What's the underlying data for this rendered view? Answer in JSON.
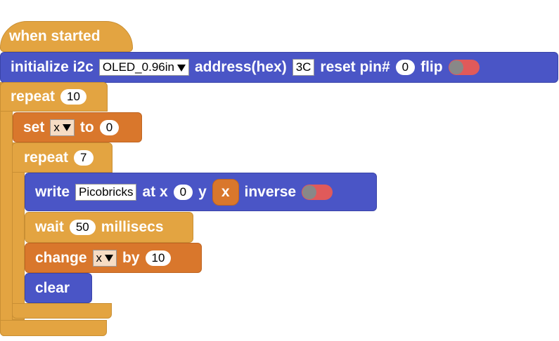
{
  "hat": {
    "label": "when started"
  },
  "init": {
    "label": "initialize i2c",
    "device": "OLED_0.96in",
    "address_label": "address(hex)",
    "address": "3C",
    "reset_label": "reset pin#",
    "reset_pin": "0",
    "flip_label": "flip",
    "flip_on": false
  },
  "repeat_outer": {
    "label": "repeat",
    "count": "10"
  },
  "set_block": {
    "label": "set",
    "var": "x",
    "to_label": "to",
    "value": "0"
  },
  "repeat_inner": {
    "label": "repeat",
    "count": "7"
  },
  "write_block": {
    "label": "write",
    "text": "Picobricks",
    "at_x_label": "at x",
    "x": "0",
    "y_label": "y",
    "y_var": "x",
    "inverse_label": "inverse",
    "inverse_on": false
  },
  "wait_block": {
    "label": "wait",
    "value": "50",
    "unit": "millisecs"
  },
  "change_block": {
    "label": "change",
    "var": "x",
    "by_label": "by",
    "value": "10"
  },
  "clear_block": {
    "label": "clear"
  },
  "colors": {
    "control": "#e3a441",
    "variable": "#d9772c",
    "oled": "#4a55c6"
  }
}
